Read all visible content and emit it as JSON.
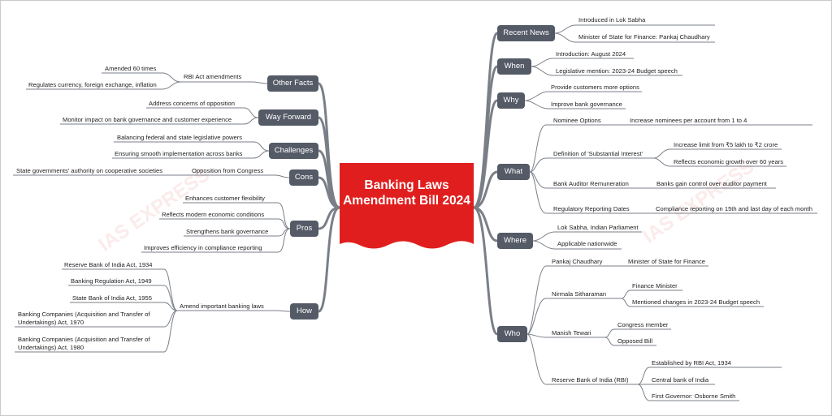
{
  "center": {
    "title": "Banking Laws Amendment Bill 2024",
    "color": "#e01e1e"
  },
  "colors": {
    "branch_bg": "#545a66",
    "link": "#7a7f87"
  },
  "watermark": {
    "text": "IAS EXPRESS"
  },
  "branches": {
    "recent_news": {
      "label": "Recent News",
      "items": [
        "Introduced in Lok Sabha",
        "Minister of State for Finance: Pankaj Chaudhary"
      ]
    },
    "when": {
      "label": "When",
      "items": [
        "Introduction: August 2024",
        "Legislative mention: 2023-24 Budget speech"
      ]
    },
    "why": {
      "label": "Why",
      "items": [
        "Provide customers more options",
        "Improve bank governance"
      ]
    },
    "what": {
      "label": "What",
      "nominee": {
        "label": "Nominee Options",
        "items": [
          "Increase nominees per account from 1 to 4"
        ]
      },
      "substantial": {
        "label": "Definition of 'Substantial Interest'",
        "items": [
          "Increase limit from ₹5 lakh to ₹2 crore",
          "Reflects economic growth over 60 years"
        ]
      },
      "auditor": {
        "label": "Bank Auditor Remuneration",
        "items": [
          "Banks gain control over auditor payment"
        ]
      },
      "reporting": {
        "label": "Regulatory Reporting Dates",
        "items": [
          "Compliance reporting on 15th and last day of each month"
        ]
      }
    },
    "where": {
      "label": "Where",
      "items": [
        "Lok Sabha, Indian Parliament",
        "Applicable nationwide"
      ]
    },
    "who": {
      "label": "Who",
      "pankaj": {
        "label": "Pankaj Chaudhary",
        "items": [
          "Minister of State for Finance"
        ]
      },
      "nirmala": {
        "label": "Nirmala Sitharaman",
        "items": [
          "Finance Minister",
          "Mentioned changes in 2023-24 Budget speech"
        ]
      },
      "manish": {
        "label": "Manish Tewari",
        "items": [
          "Congress member",
          "Opposed Bill"
        ]
      },
      "rbi": {
        "label": "Reserve Bank of India (RBI)",
        "items": [
          "Established by RBI Act, 1934",
          "Central bank of India",
          "First Governor: Osborne Smith"
        ]
      }
    },
    "other_facts": {
      "label": "Other Facts",
      "rbi_act": {
        "label": "RBI Act amendments",
        "items": [
          "Amended 60 times",
          "Regulates currency, foreign exchange, inflation"
        ]
      }
    },
    "way_forward": {
      "label": "Way Forward",
      "items": [
        "Address concerns of opposition",
        "Monitor impact on bank governance and customer experience"
      ]
    },
    "challenges": {
      "label": "Challenges",
      "items": [
        "Balancing federal and state legislative powers",
        "Ensuring smooth implementation across banks"
      ]
    },
    "cons": {
      "label": "Cons",
      "opposition": {
        "label": "Opposition from Congress",
        "items": [
          "State governments' authority on cooperative societies"
        ]
      }
    },
    "pros": {
      "label": "Pros",
      "items": [
        "Enhances customer flexibility",
        "Reflects modern economic conditions",
        "Strengthens bank governance",
        "Improves efficiency in compliance reporting"
      ]
    },
    "how": {
      "label": "How",
      "amend": {
        "label": "Amend important banking laws",
        "items": [
          "Reserve Bank of India Act, 1934",
          "Banking Regulation Act, 1949",
          "State Bank of India Act, 1955",
          "Banking Companies (Acquisition and Transfer of Undertakings) Act, 1970",
          "Banking Companies (Acquisition and Transfer of Undertakings) Act, 1980"
        ]
      }
    }
  }
}
